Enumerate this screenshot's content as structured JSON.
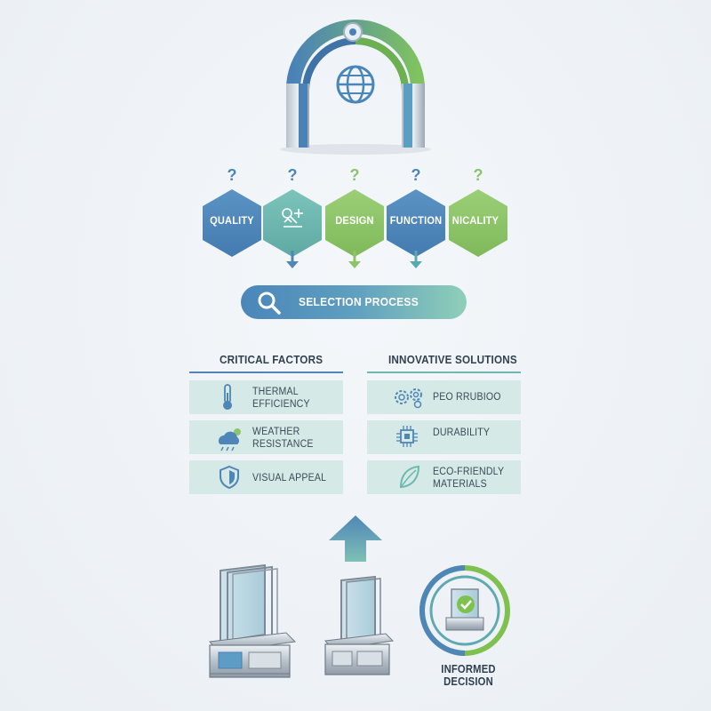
{
  "factors": [
    {
      "label": "QUALITY",
      "question": "?",
      "color": "#4f86b8"
    },
    {
      "label": "",
      "question": "?",
      "color": "#6fb8b0"
    },
    {
      "label": "DESIGN",
      "question": "?",
      "color": "#8dc46a"
    },
    {
      "label": "FUNCTION",
      "question": "?",
      "color": "#4a7fb3"
    },
    {
      "label": "NICALITY",
      "question": "?",
      "color": "#8dc46a"
    }
  ],
  "selection": {
    "label": "SELECTION PROCESS"
  },
  "critical": {
    "title": "CRITICAL FACTORS",
    "items": [
      {
        "icon": "thermometer-icon",
        "line1": "THERMAL",
        "line2": "EFFICIENCY"
      },
      {
        "icon": "weather-cloud-icon",
        "line1": "WEATHER",
        "line2": "RESISTANCE"
      },
      {
        "icon": "shield-icon",
        "line1": "VISUAL APPEAL",
        "line2": ""
      }
    ]
  },
  "innovative": {
    "title": "INNOVATIVE SOLUTIONS",
    "items": [
      {
        "icon": "gears-icon",
        "line1": "PEO RRUBIOO",
        "line2": ""
      },
      {
        "icon": "chip-icon",
        "line1": "DURABILITY",
        "line2": ""
      },
      {
        "icon": "leaf-icon",
        "line1": "ECO-FRIENDLY",
        "line2": "MATERIALS"
      }
    ]
  },
  "decision": {
    "label": "INFORMED DECISION"
  },
  "colors": {
    "blue": "#4f86b8",
    "teal": "#6fb8b0",
    "green": "#8dc46a",
    "row": "#d5e9e6"
  }
}
